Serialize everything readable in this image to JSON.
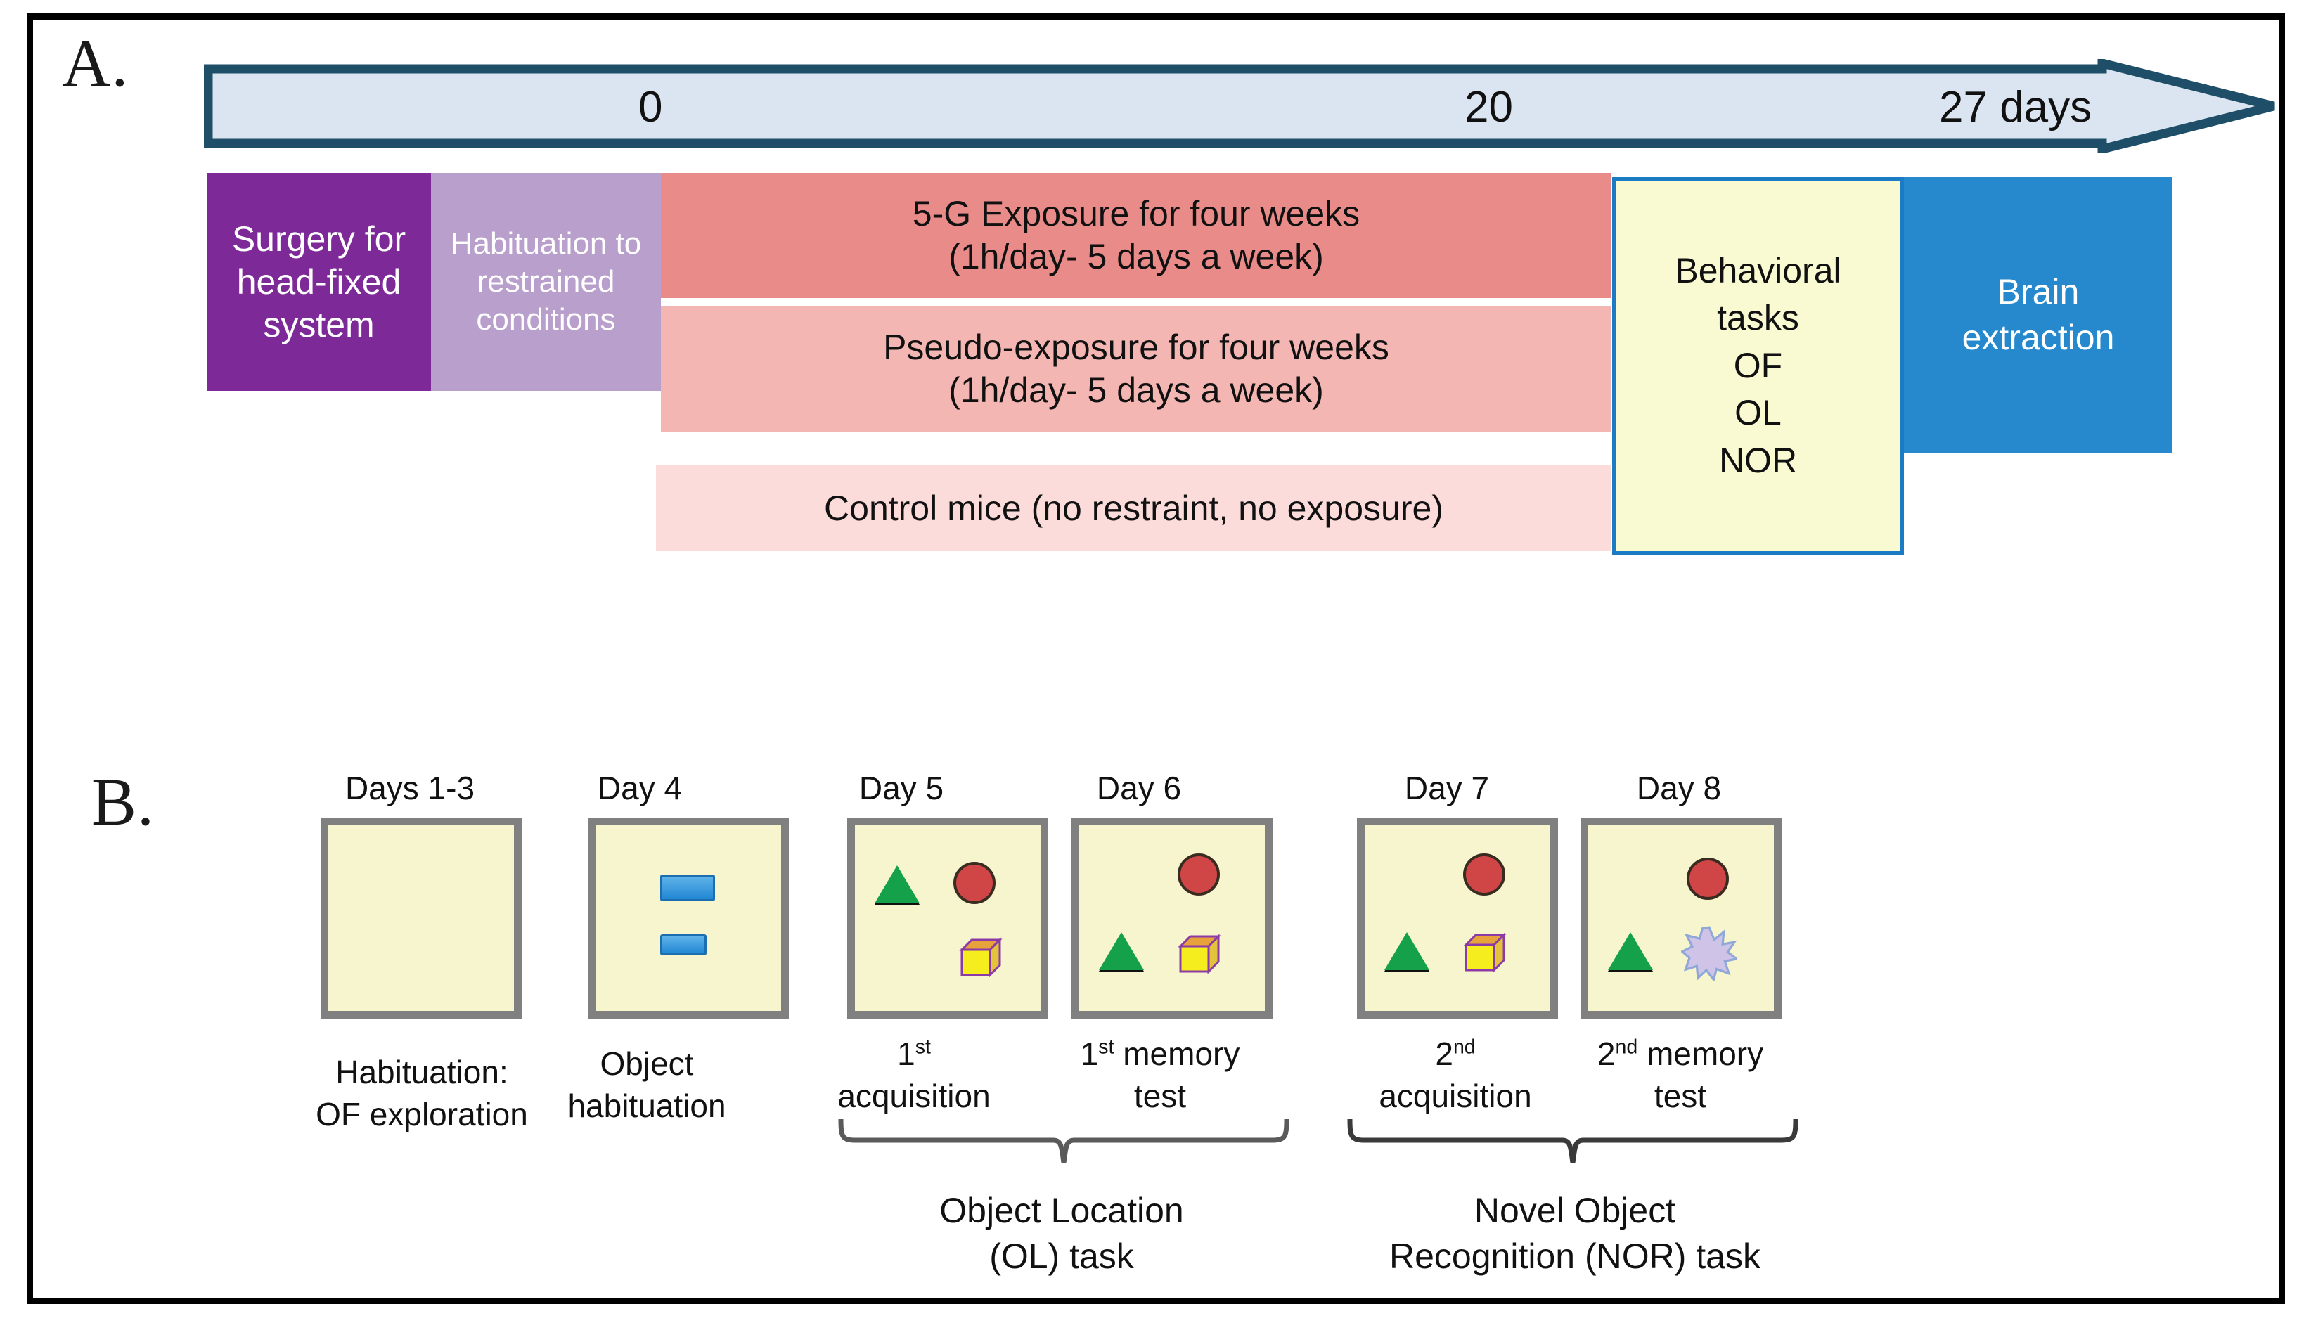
{
  "figure": {
    "panel_a_letter": "A.",
    "panel_b_letter": "B."
  },
  "panel_a": {
    "timeline": {
      "ticks": [
        {
          "label": "0"
        },
        {
          "label": "20"
        },
        {
          "label": "27 days"
        }
      ],
      "fill_color": "#DBE5F1",
      "border_color": "#1F4E68"
    },
    "bars": [
      {
        "id": "surgery",
        "text": "Surgery for head-fixed system",
        "color": "#7D2A98",
        "text_color": "#FFFFFF"
      },
      {
        "id": "habituation",
        "text": "Habituation to restrained conditions",
        "color": "#B99FCB",
        "text_color": "#FFFFFF"
      },
      {
        "id": "exposure",
        "line1": "5-G Exposure for four weeks",
        "line2": "(1h/day- 5 days a week)",
        "color": "#E98C89",
        "text_color": "#111111"
      },
      {
        "id": "pseudo",
        "line1": "Pseudo-exposure for four weeks",
        "line2": "(1h/day- 5 days a week)",
        "color": "#F4B6B3",
        "text_color": "#111111"
      },
      {
        "id": "control",
        "text": "Control mice (no restraint, no exposure)",
        "color": "#FBDCDB",
        "text_color": "#111111"
      }
    ],
    "behavioral_box": {
      "line1": "Behavioral",
      "line2": "tasks",
      "line3": "OF",
      "line4": "OL",
      "line5": "NOR",
      "fill": "#FAFAD2",
      "border": "#1B7BC4"
    },
    "brain_box": {
      "line1": "Brain",
      "line2": "extraction",
      "fill": "#2689CE",
      "text_color": "#FFFFFF"
    }
  },
  "panel_b": {
    "days": [
      {
        "day": "Days 1-3",
        "caption_line1": "Habituation:",
        "caption_line2": "OF exploration",
        "objects": []
      },
      {
        "day": "Day 4",
        "caption_line1": "Object",
        "caption_line2": "habituation",
        "objects": [
          "blue-rectangle",
          "blue-rectangle"
        ]
      },
      {
        "day": "Day 5",
        "caption_line1": "1st",
        "caption_line2": "acquisition",
        "objects": [
          "green-triangle",
          "red-circle",
          "yellow-cube"
        ]
      },
      {
        "day": "Day 6",
        "caption_line1": "1st memory",
        "caption_line2": "test",
        "objects": [
          "red-circle",
          "green-triangle",
          "yellow-cube"
        ]
      },
      {
        "day": "Day 7",
        "caption_line1": "2nd",
        "caption_line2": "acquisition",
        "objects": [
          "red-circle",
          "green-triangle",
          "yellow-cube"
        ]
      },
      {
        "day": "Day 8",
        "caption_line1": "2nd memory",
        "caption_line2": "test",
        "objects": [
          "red-circle",
          "green-triangle",
          "purple-starburst"
        ]
      }
    ],
    "ordinals": {
      "first": "1",
      "first_sup": "st",
      "second": "2",
      "second_sup": "nd"
    },
    "tasks": [
      {
        "line1": "Object Location",
        "line2": "(OL) task"
      },
      {
        "line1": "Novel Object",
        "line2": "Recognition (NOR) task"
      }
    ],
    "arena_fill": "#F7F5CE",
    "arena_border": "#808080"
  }
}
